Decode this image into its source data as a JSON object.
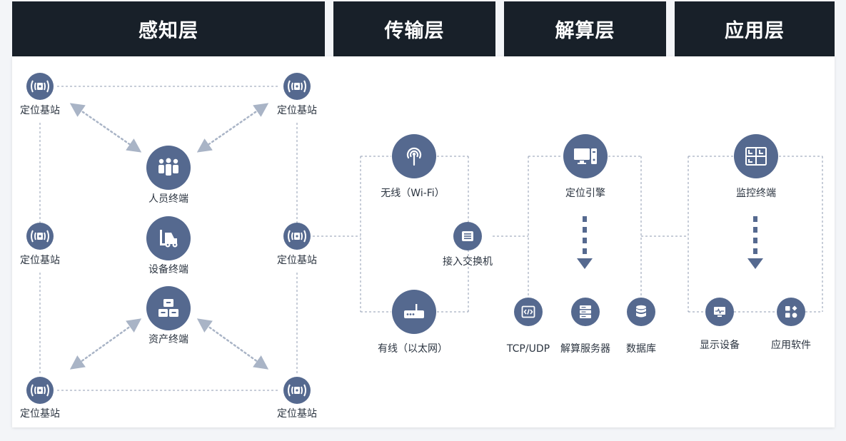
{
  "headers": {
    "sensing": "感知层",
    "transport": "传输层",
    "compute": "解算层",
    "application": "应用层"
  },
  "nodes": {
    "base_station": "定位基站",
    "personnel_terminal": "人员终端",
    "equipment_terminal": "设备终端",
    "asset_terminal": "资产终端",
    "wireless": "无线（Wi-Fi）",
    "wired": "有线（以太网）",
    "access_switch": "接入交换机",
    "positioning_engine": "定位引擎",
    "tcp_udp": "TCP/UDP",
    "compute_server": "解算服务器",
    "database": "数据库",
    "monitoring_terminal": "监控终端",
    "display_device": "显示设备",
    "application_software": "应用软件"
  },
  "colors": {
    "header_bg": "#182029",
    "node_fill": "#55698f",
    "connector": "#8f9bb0",
    "arrow_dots": "#a9b4c6"
  }
}
